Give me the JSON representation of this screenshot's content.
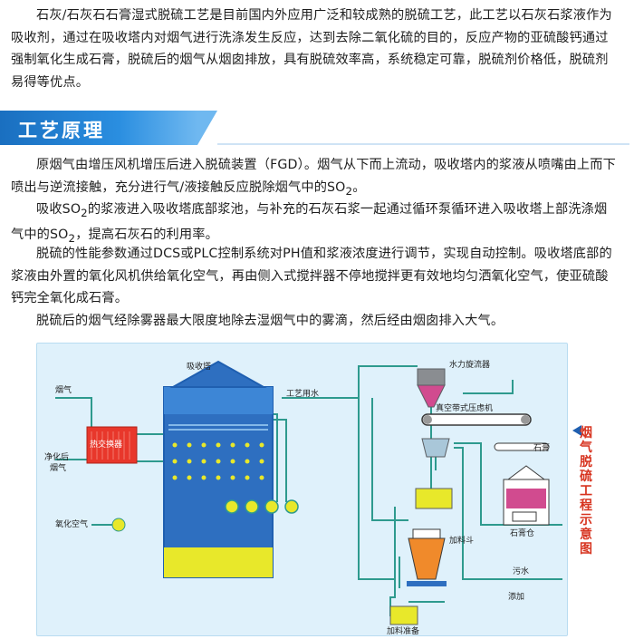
{
  "intro": "石灰/石灰石石膏湿式脱硫工艺是目前国内外应用广泛和较成熟的脱硫工艺，此工艺以石灰石浆液作为吸收剂，通过在吸收塔内对烟气进行洗涤发生反应，达到去除二氧化硫的目的，反应产物的亚硫酸钙通过强制氧化生成石膏，脱硫后的烟气从烟囱排放，具有脱硫效率高，系统稳定可靠，脱硫剂价格低，脱硫剂易得等优点。",
  "section_title": "工艺原理",
  "paragraphs": {
    "p1_a": "原烟气由增压风机增压后进入脱硫装置（FGD）。烟气从下而上流动，吸收塔内的浆液从喷嘴由上而下喷出与逆流接触，充分进行气/液接触反应脱除烟气中的SO",
    "p1_sub": "2",
    "p1_b": "。",
    "p2_a": "吸收SO",
    "p2_sub1": "2",
    "p2_b": "的浆液进入吸收塔底部浆池，与补充的石灰石浆一起通过循环泵循环进入吸收塔上部洗涤烟气中的SO",
    "p2_sub2": "2",
    "p2_c": "，提高石灰石的利用率。",
    "p3": "脱硫的性能参数通过DCS或PLC控制系统对PH值和浆液浓度进行调节，实现自动控制。吸收塔底部的浆液由外置的氧化风机供给氧化空气，再由侧入式搅拌器不停地搅拌更有效地均匀洒氧化空气，使亚硫酸钙完全氧化成石膏。",
    "p4": "脱硫后的烟气经除雾器最大限度地除去湿烟气中的雾滴，然后经由烟囱排入大气。"
  },
  "diagram": {
    "labels": {
      "absorber": "吸收塔",
      "flue_gas": "烟气",
      "heat_exchanger": "热交换器",
      "process_water": "工艺用水",
      "clean_flue_gas": "净化后\n烟气",
      "oxidation_air": "氧化空气",
      "hydrocyclone": "水力旋流器",
      "vacuum_belt_filter": "真空带式压虑机",
      "gypsum": "石膏",
      "gypsum_storage": "石膏仓",
      "feed_hopper": "加料斗",
      "wastewater": "污水",
      "additive": "添加",
      "feed_prep": "加料准备"
    },
    "side_caption": "烟气脱硫工程示意图",
    "colors": {
      "pipe": "#2e9a8e",
      "tower": "#1f5fb0",
      "heat_exchanger": "#e8372b",
      "slurry": "#e8e82a",
      "caption": "#d7331f"
    }
  }
}
